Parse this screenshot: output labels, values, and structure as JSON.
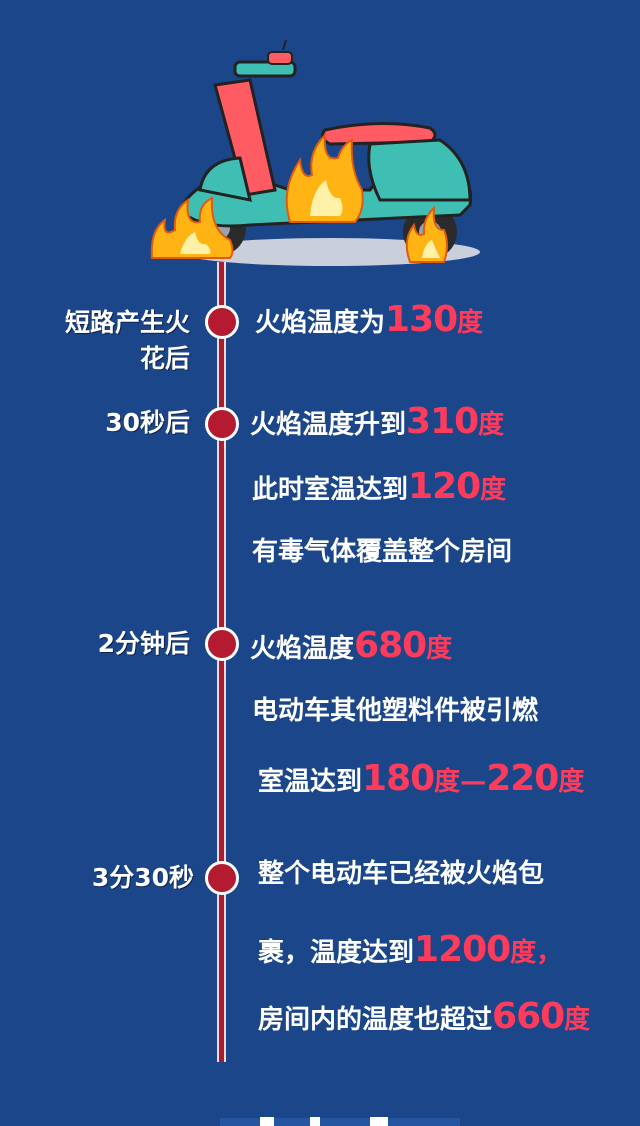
{
  "colors": {
    "background": "#1b4689",
    "timeline": "#ab1c2c",
    "highlight": "#ff3b5c",
    "text": "#ffffff"
  },
  "illustration": {
    "icon": "burning-scooter-icon"
  },
  "timeline": [
    {
      "label": "短路产生火花后",
      "lines": [
        {
          "pre": "火焰温度为",
          "num": "130",
          "post": "度"
        }
      ]
    },
    {
      "label": "30秒后",
      "lines": [
        {
          "pre": "火焰温度升到",
          "num": "310",
          "post": "度"
        },
        {
          "pre": "此时室温达到",
          "num": "120",
          "post": "度"
        },
        {
          "pre": "有毒气体覆盖整个房间"
        }
      ]
    },
    {
      "label": "2分钟后",
      "lines": [
        {
          "pre": "火焰温度",
          "num": "680",
          "post": "度"
        },
        {
          "pre": "电动车其他塑料件被引燃"
        },
        {
          "pre": "室温达到",
          "num": "180",
          "mid": "度—",
          "num2": "220",
          "post": "度"
        }
      ]
    },
    {
      "label": "3分30秒",
      "lines": [
        {
          "pre": "整个电动车已经被火焰包"
        },
        {
          "pre": "裹，温度达到",
          "num": "1200",
          "post": "度，"
        },
        {
          "pre": "房间内的温度也超过",
          "num": "660",
          "post": "度"
        }
      ]
    }
  ]
}
